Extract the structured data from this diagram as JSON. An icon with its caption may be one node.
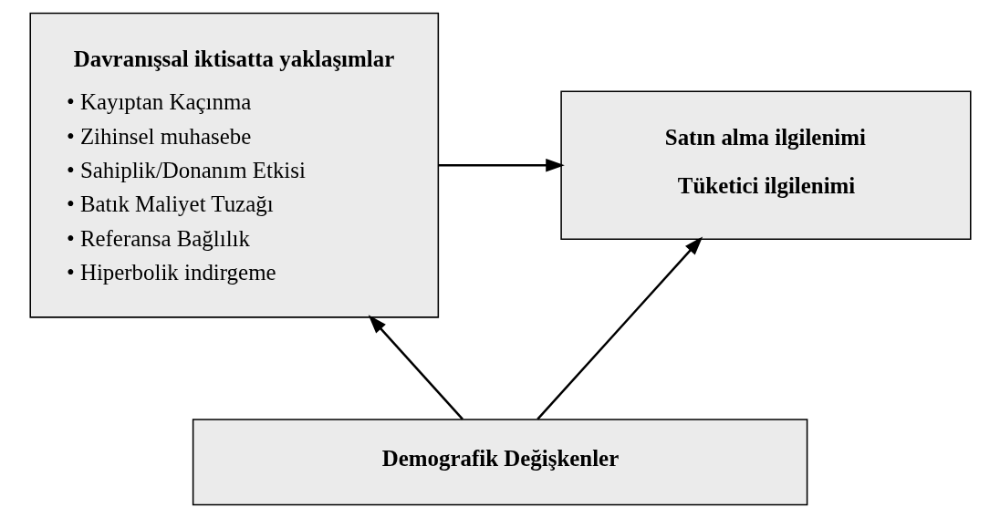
{
  "diagram": {
    "nodes": [
      {
        "text": [
          "Davranışsal iktisatta yaklaşımlar",
          "• Kayıptan Kaçınma",
          "• Zihinsel muhasebe",
          "• Sahiplik/Donanım Etkisi",
          "• Batık Maliyet Tuzağı",
          "• Referansa Bağlılık",
          "• Hiperbolik indirgeme"
        ]
      },
      {
        "text": [
          "Satın alma ilgilenimi",
          "Tüketici ilgilenimi"
        ]
      },
      {
        "text": [
          "Demografik Değişkenler"
        ]
      }
    ],
    "edges": [
      {
        "from": 0,
        "to": 1,
        "arrow": "to"
      },
      {
        "from": 2,
        "to": 0,
        "arrow": "to"
      },
      {
        "from": 2,
        "to": 1,
        "arrow": "to"
      }
    ]
  }
}
